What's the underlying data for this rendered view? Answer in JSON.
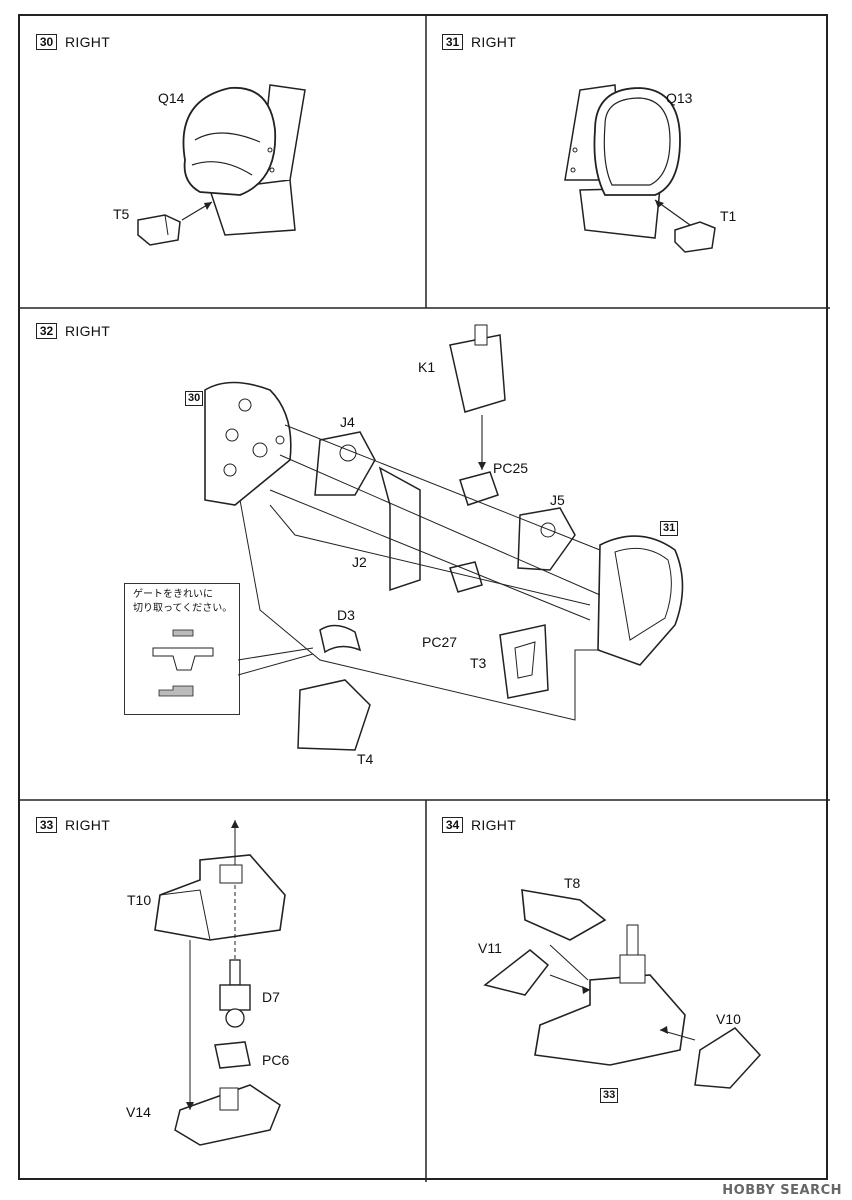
{
  "steps": [
    {
      "number": "30",
      "title": "RIGHT",
      "parts": [
        "Q14",
        "T5"
      ]
    },
    {
      "number": "31",
      "title": "RIGHT",
      "parts": [
        "Q13",
        "T1"
      ]
    },
    {
      "number": "32",
      "title": "RIGHT",
      "parts": [
        "K1",
        "J4",
        "PC25",
        "J5",
        "J2",
        "D3",
        "PC27",
        "T3",
        "T4"
      ],
      "refs": [
        "30",
        "31"
      ]
    },
    {
      "number": "33",
      "title": "RIGHT",
      "parts": [
        "T10",
        "D7",
        "PC6",
        "V14"
      ]
    },
    {
      "number": "34",
      "title": "RIGHT",
      "parts": [
        "T8",
        "V11",
        "V10"
      ],
      "refs": [
        "33"
      ]
    }
  ],
  "gate_note": "ゲートをきれいに\n切り取ってください。",
  "watermark": "HOBBY SEARCH"
}
